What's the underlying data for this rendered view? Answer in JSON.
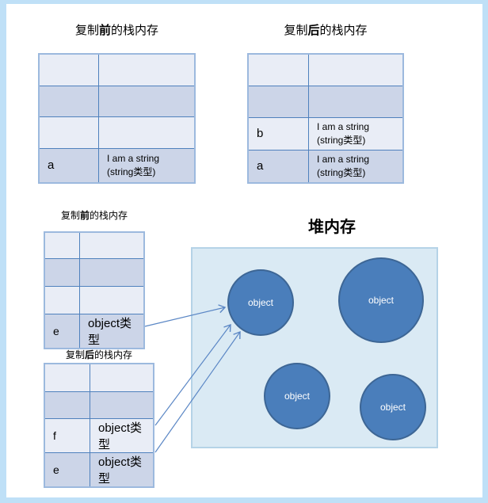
{
  "titles": {
    "stack_before_large": {
      "prefix": "复制",
      "emphasis": "前",
      "suffix": "的栈内存"
    },
    "stack_after_large": {
      "prefix": "复制",
      "emphasis": "后",
      "suffix": "的栈内存"
    },
    "stack_before_small": {
      "prefix": "复制",
      "emphasis": "前",
      "suffix": "的栈内存"
    },
    "stack_after_small": {
      "prefix": "复制",
      "emphasis": "后",
      "suffix": "的栈内存"
    },
    "heap": "堆内存"
  },
  "string_tables": {
    "before": {
      "rows": [
        {
          "name": "",
          "value_line1": "",
          "value_line2": ""
        },
        {
          "name": "",
          "value_line1": "",
          "value_line2": ""
        },
        {
          "name": "",
          "value_line1": "",
          "value_line2": ""
        },
        {
          "name": "a",
          "value_line1": "I am a string",
          "value_line2": "(string类型)"
        }
      ]
    },
    "after": {
      "rows": [
        {
          "name": "",
          "value_line1": "",
          "value_line2": ""
        },
        {
          "name": "",
          "value_line1": "",
          "value_line2": ""
        },
        {
          "name": "b",
          "value_line1": "I am a string",
          "value_line2": "(string类型)"
        },
        {
          "name": "a",
          "value_line1": "I am a string",
          "value_line2": "(string类型)"
        }
      ]
    }
  },
  "object_tables": {
    "before": {
      "rows": [
        {
          "name": "",
          "type": ""
        },
        {
          "name": "",
          "type": ""
        },
        {
          "name": "",
          "type": ""
        },
        {
          "name": "e",
          "type": "object类型"
        }
      ]
    },
    "after": {
      "rows": [
        {
          "name": "",
          "type": ""
        },
        {
          "name": "",
          "type": ""
        },
        {
          "name": "f",
          "type": "object类型"
        },
        {
          "name": "e",
          "type": "object类型"
        }
      ]
    }
  },
  "heap": {
    "objects": [
      {
        "label": "object"
      },
      {
        "label": "object"
      },
      {
        "label": "object"
      },
      {
        "label": "object"
      }
    ]
  },
  "colors": {
    "frame": "#bfe0f7",
    "row_light": "#e9edf6",
    "row_dark": "#ccd5e8",
    "cell_border": "#4f81bd",
    "table_outline": "#9cb9de",
    "heap_fill": "#daeaf4",
    "heap_border": "#b5d3e7",
    "circle_fill": "#4a7ebb",
    "circle_border": "#3d6695",
    "arrow": "#5b87c5"
  }
}
